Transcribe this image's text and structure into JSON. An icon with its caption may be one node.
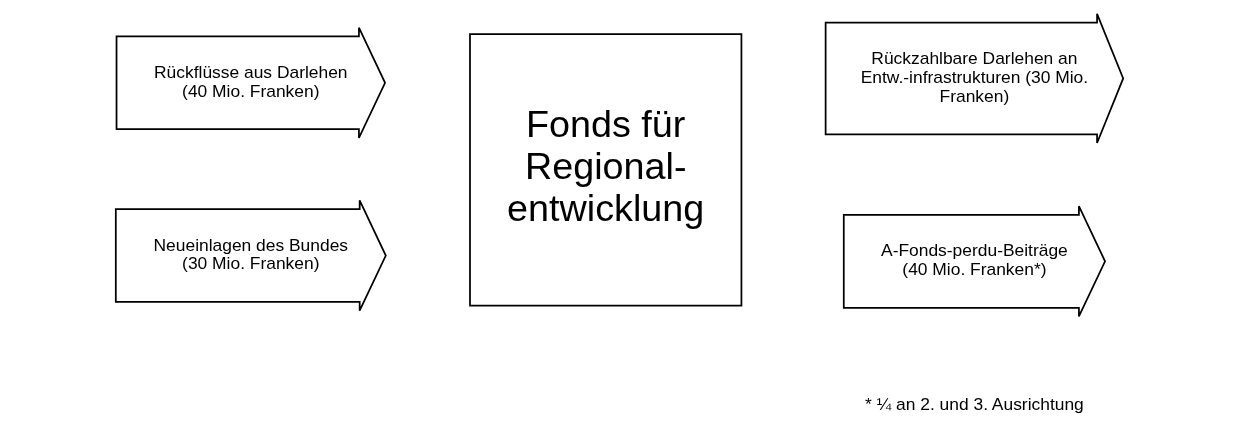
{
  "diagram": {
    "nodes": [
      {
        "text": [
          "Rückflüsse aus Darlehen",
          "(40 Mio. Franken)"
        ]
      },
      {
        "text": [
          "Neueinlagen des Bundes",
          "(30 Mio. Franken)"
        ]
      },
      {
        "text": [
          "Fonds für Regional-entwicklung"
        ]
      },
      {
        "text": [
          "Rückzahlbare Darlehen an Entw.-infrastrukturen (30 Mio. Franken)"
        ]
      },
      {
        "text": [
          "A-Fonds-perdu-Beiträge",
          "(40 Mio. Franken*)"
        ]
      }
    ],
    "edges": [],
    "labels": [
      "* ¼ an 2. und 3. Ausrichtung"
    ]
  }
}
